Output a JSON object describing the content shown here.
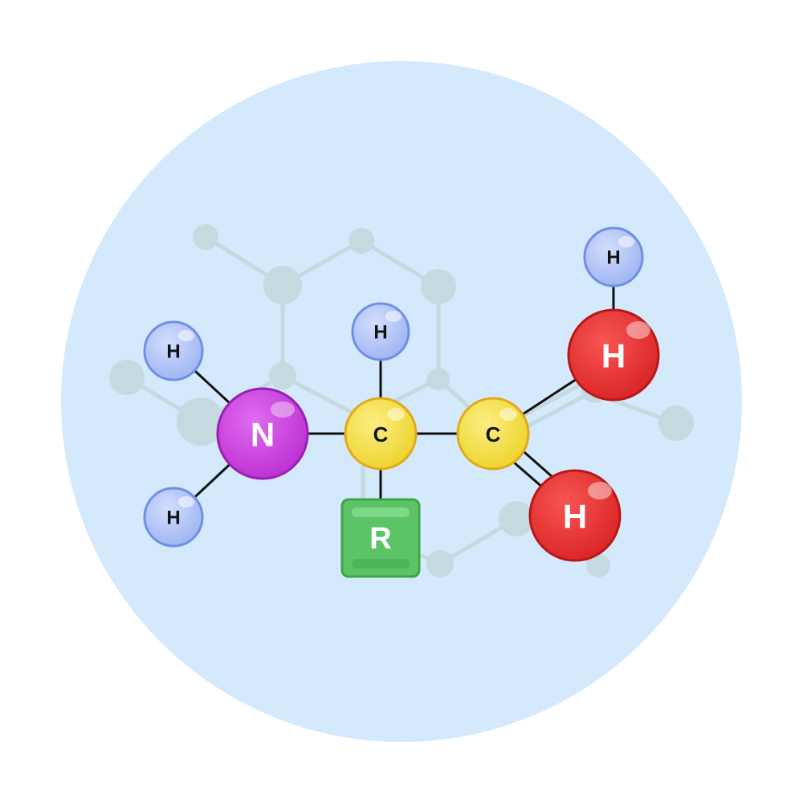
{
  "colors": {
    "background_circle": "#d4e9fb",
    "ghost_structure": "#c5dbe0",
    "bond": "#111111",
    "hydrogen": "#a9bff5",
    "nitrogen": "#cc3fdf",
    "carbon": "#f3dc3a",
    "oxygen_red": "#e8302f",
    "r_group": "#5cc466"
  },
  "atoms": {
    "h_amine_top": "H",
    "h_amine_bottom": "H",
    "nitrogen": "N",
    "h_alpha": "H",
    "carbon_alpha": "C",
    "r_group": "R",
    "carbon_carboxyl": "C",
    "h_hydroxyl": "H",
    "red_upper": "H",
    "red_lower": "H"
  }
}
